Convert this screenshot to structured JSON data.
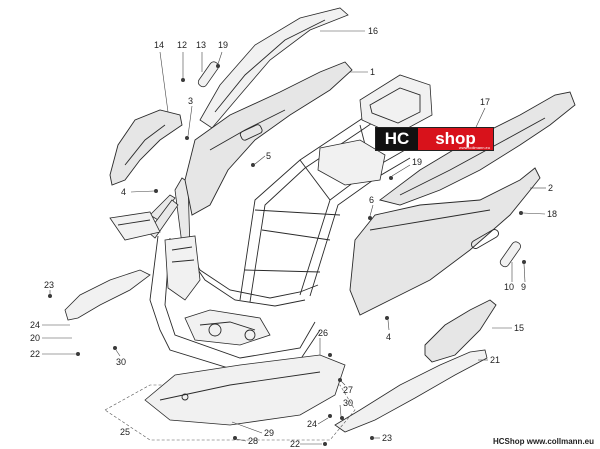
{
  "logo": {
    "left": "HC",
    "right": "shop",
    "sub": "www.collmann.eu"
  },
  "footer": "HCShop www.collmann.eu",
  "labels": {
    "n14": "14",
    "n12": "12",
    "n13": "13",
    "n19a": "19",
    "n16": "16",
    "n3": "3",
    "n1": "1",
    "n17": "17",
    "n5": "5",
    "n19b": "19",
    "n4a": "4",
    "n6": "6",
    "n2": "2",
    "n18": "18",
    "n23a": "23",
    "n10": "10",
    "n9": "9",
    "n24a": "24",
    "n20": "20",
    "n15": "15",
    "n4b": "4",
    "n22a": "22",
    "n30a": "30",
    "n26": "26",
    "n21": "21",
    "n27": "27",
    "n30b": "30",
    "n24b": "24",
    "n29": "29",
    "n25": "25",
    "n23b": "23",
    "n28": "28",
    "n22b": "22"
  }
}
